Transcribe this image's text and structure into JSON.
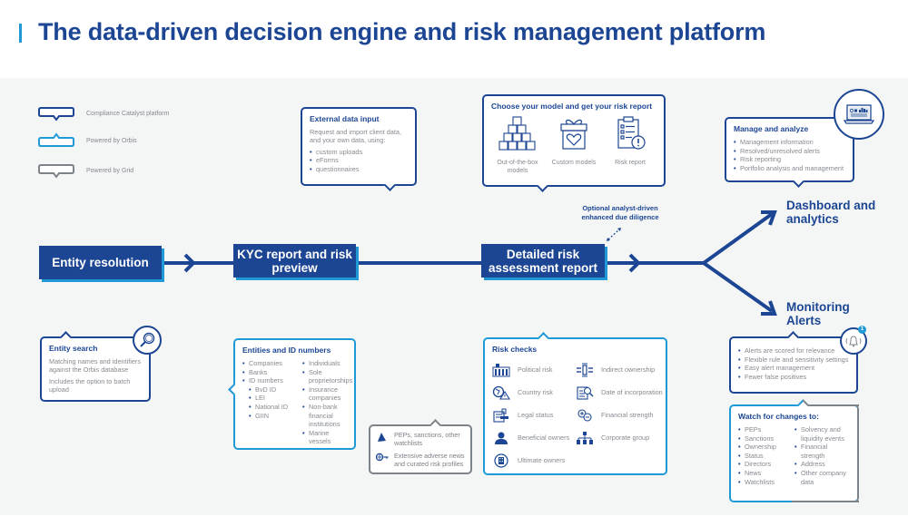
{
  "title": "The data-driven decision engine and risk management platform",
  "colors": {
    "primary": "#1c4693",
    "orbis": "#1f9ad6",
    "grid": "#7c8489",
    "panel": "#f4f6f6",
    "text": "#858a90"
  },
  "legend": [
    {
      "label": "Compliance Catalyst platform",
      "icon": "speech-bubble-dark-blue-icon"
    },
    {
      "label": "Powered by Orbis",
      "icon": "speech-bubble-light-blue-icon"
    },
    {
      "label": "Powered by Grid",
      "icon": "speech-bubble-grey-icon"
    }
  ],
  "stages": [
    {
      "label": "Entity resolution"
    },
    {
      "label": "KYC report and risk preview"
    },
    {
      "label": "Detailed risk assessment report"
    }
  ],
  "outcomes": {
    "dashboard": "Dashboard and analytics",
    "monitoring": "Monitoring Alerts"
  },
  "optional_note": "Optional analyst-driven enhanced due diligence",
  "external_data": {
    "title": "External data input",
    "text": "Request and import client data, and your own data, using:",
    "items": [
      "custom uploads",
      "eForms",
      "questionnaires"
    ]
  },
  "models": {
    "title": "Choose your model and get your risk report",
    "items": [
      {
        "label": "Out-of-the-box models",
        "icon": "cubes-icon"
      },
      {
        "label": "Custom models",
        "icon": "gift-heart-icon"
      },
      {
        "label": "Risk report",
        "icon": "clipboard-alert-icon"
      }
    ]
  },
  "manage": {
    "title": "Manage and analyze",
    "items": [
      "Management information",
      "Resolved/unresolved alerts",
      "Risk reporting",
      "Portfolio analysis and management"
    ],
    "icon": "laptop-dashboard-icon"
  },
  "entity_search": {
    "title": "Entity search",
    "lines": [
      "Matching names and identifiers against the Orbis database",
      "Includes the option to batch upload"
    ],
    "icon": "magnifier-icon"
  },
  "entities": {
    "title": "Entities and ID numbers",
    "col1": [
      {
        "label": "Companies",
        "sub": false
      },
      {
        "label": "Banks",
        "sub": false
      },
      {
        "label": "ID numbers",
        "sub": false
      },
      {
        "label": "BvD ID",
        "sub": true
      },
      {
        "label": "LEI",
        "sub": true
      },
      {
        "label": "National ID",
        "sub": true
      },
      {
        "label": "GIIN",
        "sub": true
      }
    ],
    "col2": [
      "Individuals",
      "Sole proprietorships",
      "Insurance companies",
      "Non-bank financial institutions",
      "Marine vessels"
    ]
  },
  "grid_box": {
    "items": [
      {
        "label": "PEPs, sanctions, other watchlists",
        "icon": "flag-icon"
      },
      {
        "label": "Extensive adverse news and curated risk profiles",
        "icon": "globe-key-icon"
      }
    ]
  },
  "risk_checks": {
    "title": "Risk checks",
    "col1": [
      {
        "label": "Political risk",
        "icon": "government-building-icon"
      },
      {
        "label": "Country risk",
        "icon": "globe-warning-icon"
      },
      {
        "label": "Legal status",
        "icon": "stamp-document-icon"
      },
      {
        "label": "Beneficial owners",
        "icon": "person-icon"
      },
      {
        "label": "Ultimate owners",
        "icon": "building-circle-icon"
      }
    ],
    "col2": [
      {
        "label": "Indirect ownership",
        "icon": "indirect-ownership-icon"
      },
      {
        "label": "Date of incorporation",
        "icon": "document-search-icon"
      },
      {
        "label": "Financial strength",
        "icon": "plus-minus-coins-icon"
      },
      {
        "label": "Corporate group",
        "icon": "org-chart-icon"
      }
    ]
  },
  "alerts": {
    "items": [
      "Alerts are scored for relevance",
      "Flexible rule and sensitivity settings",
      "Easy alert management",
      "Fewer false positives"
    ],
    "icon": "bell-notification-icon",
    "badge": "1"
  },
  "watch": {
    "title": "Watch for changes to:",
    "col1": [
      "PEPs",
      "Sanctions",
      "Ownership",
      "Status",
      "Directors",
      "News",
      "Watchlists"
    ],
    "col2": [
      "Solvency and liquidity events",
      "Financial strength",
      "Address",
      "Other company data"
    ]
  }
}
